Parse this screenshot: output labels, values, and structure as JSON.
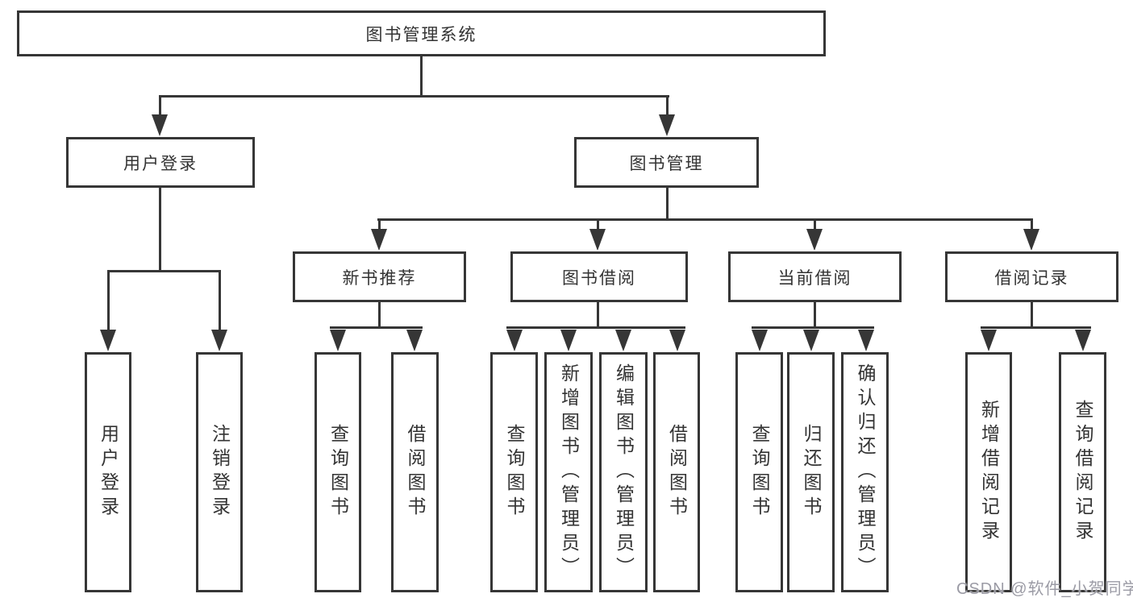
{
  "diagram": {
    "type": "hierarchy-tree",
    "root": {
      "label": "图书管理系统"
    },
    "level2": [
      {
        "label": "用户登录",
        "parent": "图书管理系统"
      },
      {
        "label": "图书管理",
        "parent": "图书管理系统"
      }
    ],
    "level3": [
      {
        "label": "新书推荐",
        "parent": "图书管理"
      },
      {
        "label": "图书借阅",
        "parent": "图书管理"
      },
      {
        "label": "当前借阅",
        "parent": "图书管理"
      },
      {
        "label": "借阅记录",
        "parent": "图书管理"
      }
    ],
    "leaves": [
      {
        "label": "用户登录",
        "parent": "用户登录"
      },
      {
        "label": "注销登录",
        "parent": "用户登录"
      },
      {
        "label": "查询图书",
        "parent": "新书推荐"
      },
      {
        "label": "借阅图书",
        "parent": "新书推荐"
      },
      {
        "label": "查询图书",
        "parent": "图书借阅"
      },
      {
        "label": "新增图书（管理员）",
        "parent": "图书借阅"
      },
      {
        "label": "编辑图书（管理员）",
        "parent": "图书借阅"
      },
      {
        "label": "借阅图书",
        "parent": "图书借阅"
      },
      {
        "label": "查询图书",
        "parent": "当前借阅"
      },
      {
        "label": "归还图书",
        "parent": "当前借阅"
      },
      {
        "label": "确认归还（管理员）",
        "parent": "当前借阅"
      },
      {
        "label": "新增借阅记录",
        "parent": "借阅记录"
      },
      {
        "label": "查询借阅记录",
        "parent": "借阅记录"
      }
    ],
    "colors": {
      "line": "#363636",
      "box_border": "#363636",
      "text": "#333333",
      "background": "#ffffff",
      "watermark": "#9b9ba5"
    }
  },
  "watermark": {
    "text": "CSDN @软件_小贺同学"
  }
}
